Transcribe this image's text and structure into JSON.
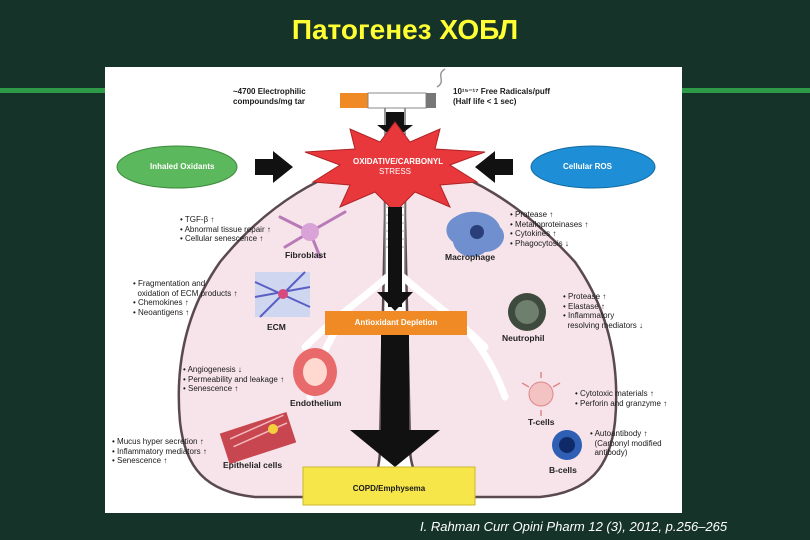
{
  "slide": {
    "title": "Патогенез ХОБЛ",
    "citation": "I. Rahman Curr Opini  Pharm  12 (3), 2012, p.256–265"
  },
  "figure": {
    "tar_text_1": "~4700 Electrophilic",
    "tar_text_2": "compounds/mg tar",
    "radicals_text_1": "10¹⁵⁻¹⁷ Free Radicals/puff",
    "radicals_text_2": "(Half life < 1 sec)",
    "inhaled_oxidants": "Inhaled Oxidants",
    "cellular_ros": "Cellular ROS",
    "stress_1": "OXIDATIVE/CARBONYL",
    "stress_2": "STRESS",
    "antioxidant_depletion": "Antioxidant Depletion",
    "copd": "COPD/Emphysema",
    "fibroblast": {
      "name": "Fibroblast",
      "effects": [
        "• TGF-β ↑",
        "• Abnormal tissue repair ↑",
        "• Cellular senescence ↑"
      ]
    },
    "ecm": {
      "name": "ECM",
      "effects": [
        "• Fragmentation and",
        "  oxidation of ECM products ↑",
        "• Chemokines ↑",
        "• Neoantigens ↑"
      ]
    },
    "endothelium": {
      "name": "Endothelium",
      "effects": [
        "• Angiogenesis ↓",
        "• Permeability and leakage ↑",
        "• Senescence ↑"
      ]
    },
    "epithelial": {
      "name": "Epithelial cells",
      "effects": [
        "• Mucus hyper secretion ↑",
        "• Inflammatory mediators ↑",
        "• Senescence ↑"
      ]
    },
    "macrophage": {
      "name": "Macrophage",
      "effects": [
        "• Protease ↑",
        "• Metalloproteinases ↑",
        "• Cytokines ↑",
        "• Phagocytosis ↓"
      ]
    },
    "neutrophil": {
      "name": "Neutrophil",
      "effects": [
        "• Protease ↑",
        "• Elastase ↑",
        "• Inflammatory",
        "  resolving mediators ↓"
      ]
    },
    "tcells": {
      "name": "T-cells",
      "effects": [
        "• Cytotoxic materials ↑",
        "• Perforin and granzyme ↑"
      ]
    },
    "bcells": {
      "name": "B-cells",
      "effects": [
        "• Autoantibody ↑",
        "  (Carbonyl modified",
        "  antibody)"
      ]
    }
  },
  "colors": {
    "background": "#16332a",
    "title": "#ffff33",
    "accent_line": "#2d9a47",
    "stress_star": "#e8383b",
    "antioxidant_box": "#f08a24",
    "copd_box": "#f7e64a",
    "inhaled_oval": "#5cb85c",
    "ros_oval": "#1e8fd6",
    "lungs": "#f7e4ea"
  }
}
